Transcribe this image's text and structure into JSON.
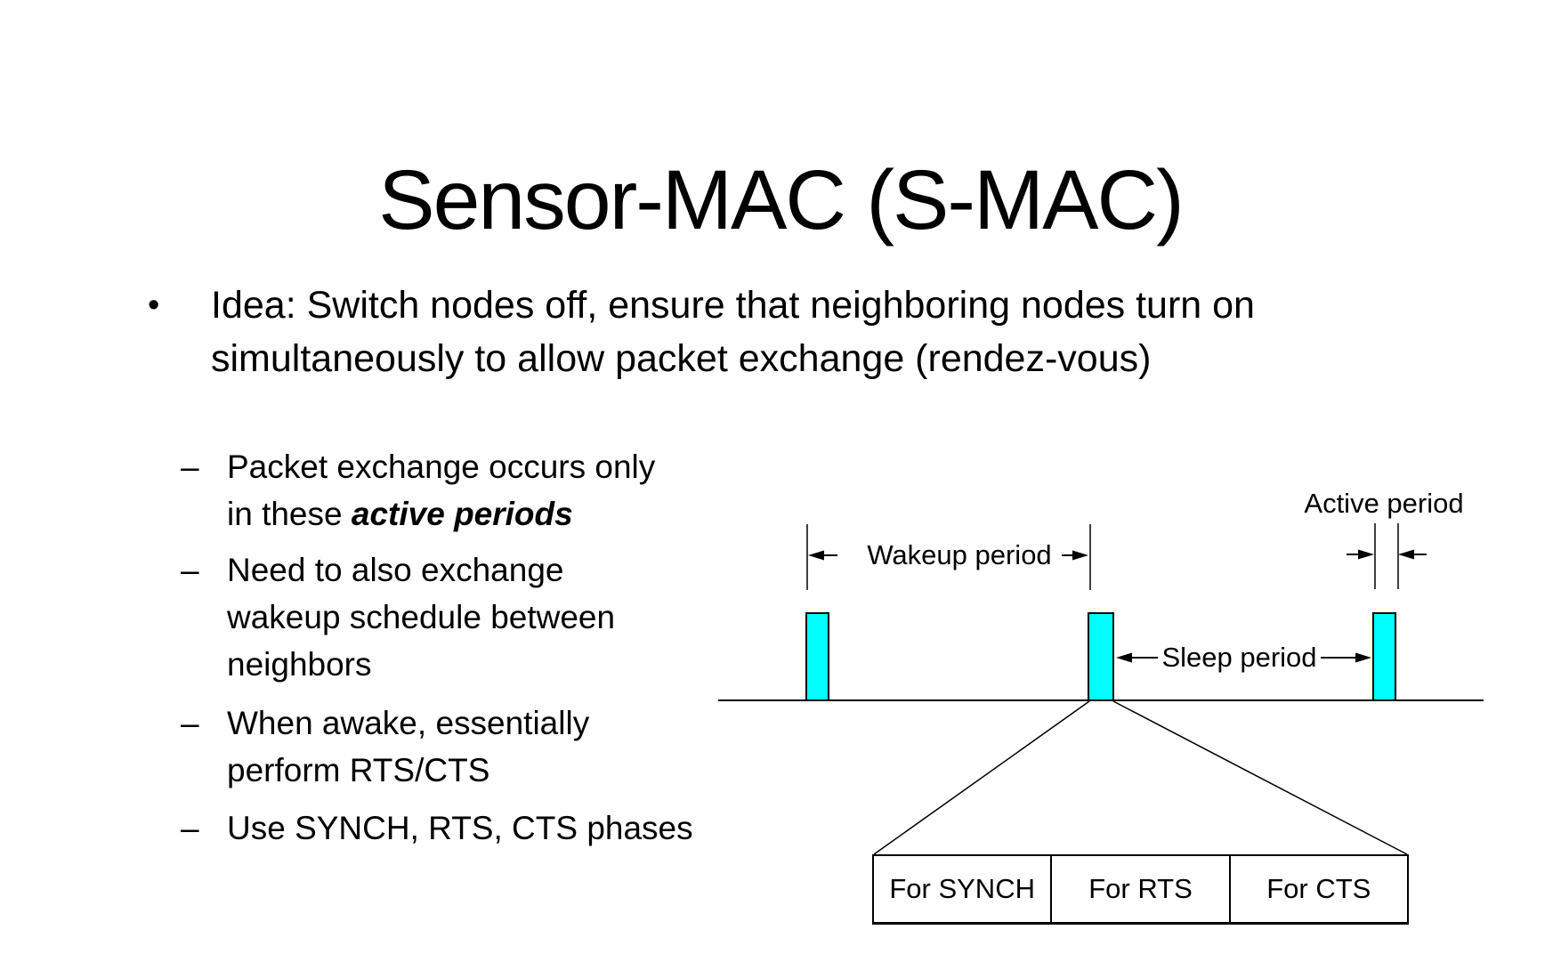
{
  "slide": {
    "title": "Sensor-MAC (S-MAC)",
    "bullet": {
      "marker": "•",
      "lines": [
        "Idea: Switch nodes off, ensure that neighboring nodes turn on",
        "simultaneously to allow packet exchange (rendez-vous)"
      ]
    },
    "sub_bullets": [
      {
        "marker": "–",
        "line1": "Packet exchange occurs only",
        "line2_prefix": "in these ",
        "line2_emphasis": "active periods"
      },
      {
        "marker": "–",
        "lines": [
          "Need to also exchange",
          "wakeup schedule between",
          "neighbors"
        ]
      },
      {
        "marker": "–",
        "lines": [
          "When awake, essentially",
          "perform RTS/CTS"
        ]
      },
      {
        "marker": "–",
        "lines": [
          "Use SYNCH, RTS, CTS phases"
        ]
      }
    ]
  },
  "diagram": {
    "wakeup_label": "Wakeup period",
    "active_label": "Active period",
    "sleep_label": "Sleep period",
    "box_cells": [
      "For SYNCH",
      "For RTS",
      "For CTS"
    ],
    "colors": {
      "bar_fill": "#00ffff",
      "line": "#000000"
    }
  }
}
